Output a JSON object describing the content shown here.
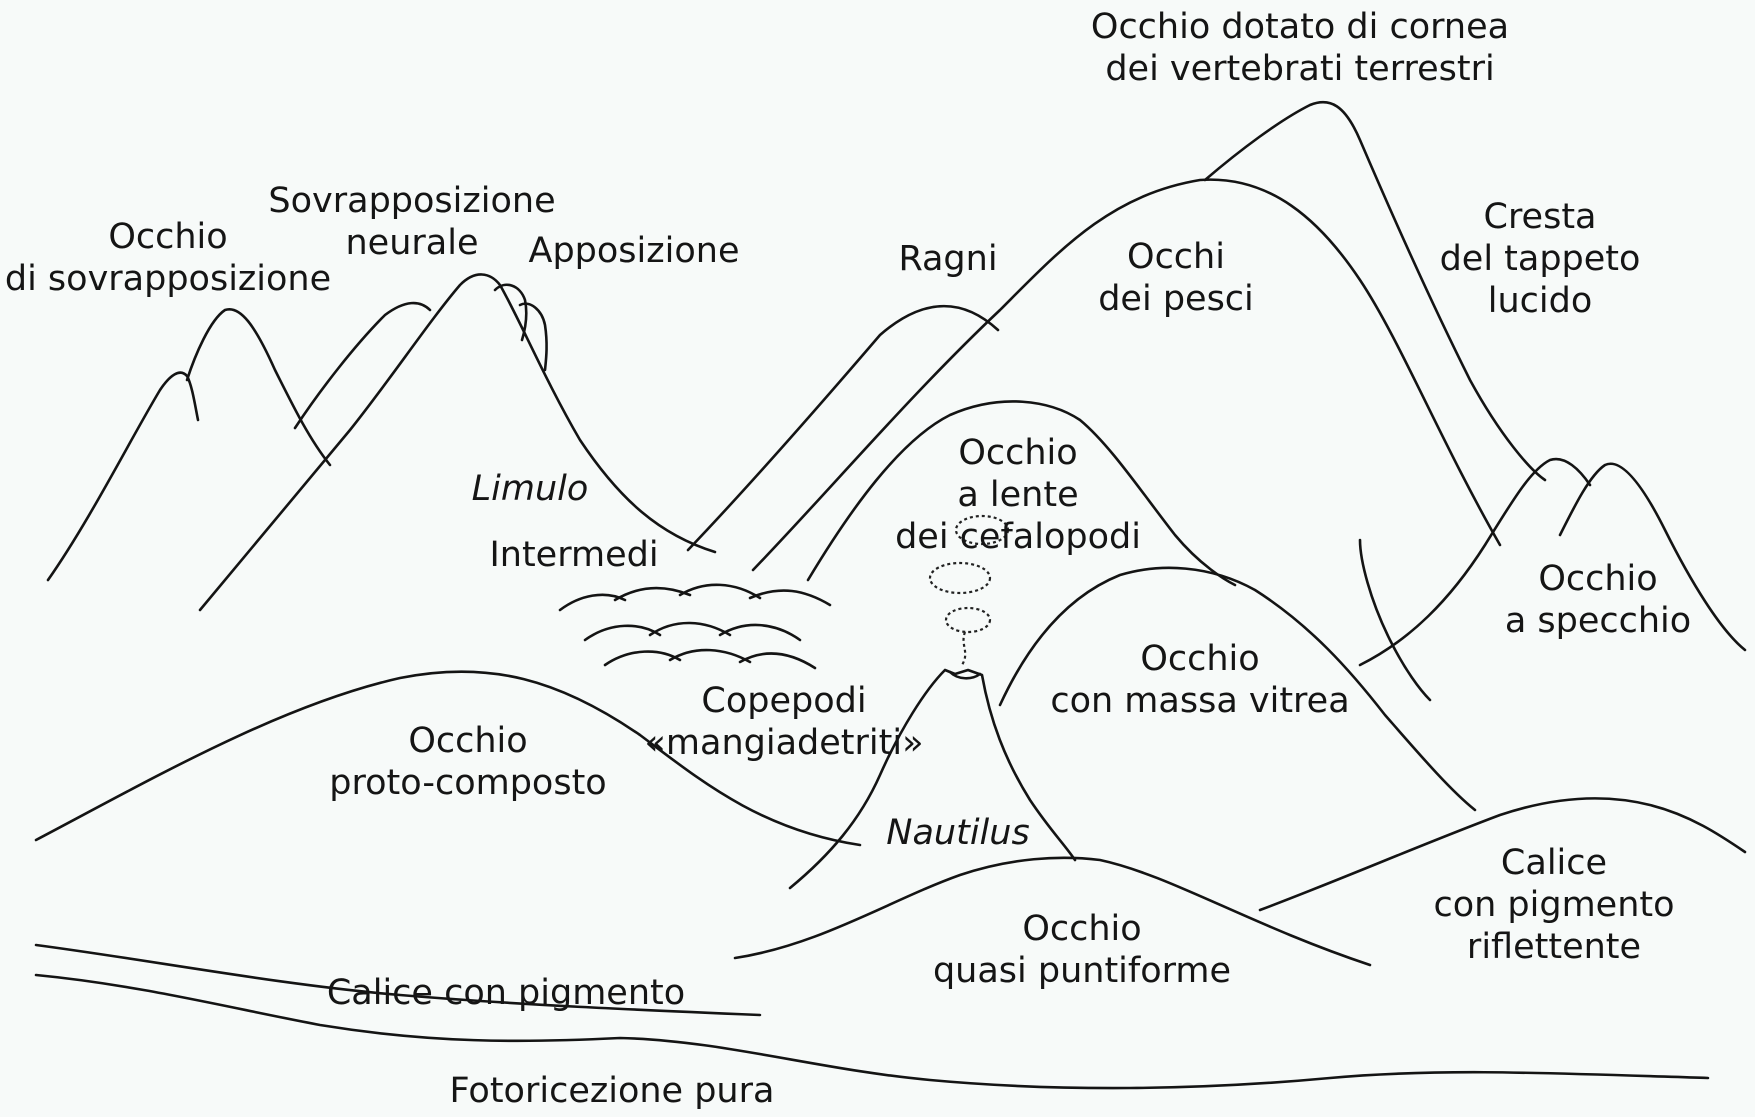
{
  "diagram": {
    "labels": {
      "superposition": [
        "Occhio",
        "di sovrapposizione"
      ],
      "neural_superposition": [
        "Sovrapposizione",
        "neurale"
      ],
      "apposition": "Apposizione",
      "limulus": "Limulo",
      "spiders": "Ragni",
      "vertebrate_cornea": [
        "Occhio dotato di cornea",
        "dei vertebrati terrestri"
      ],
      "fish_eyes": [
        "Occhi",
        "dei pesci"
      ],
      "tapetum_ridge": [
        "Cresta",
        "del tappeto",
        "lucido"
      ],
      "cephalopod_lens": [
        "Occhio",
        "a lente",
        "dei cefalopodi"
      ],
      "intermediates": "Intermedi",
      "mirror_eye": [
        "Occhio",
        "a specchio"
      ],
      "copepods": [
        "Copepodi",
        "«mangiadetriti»"
      ],
      "vitreous_mass": [
        "Occhio",
        "con massa vitrea"
      ],
      "proto_compound": [
        "Occhio",
        "proto-composto"
      ],
      "nautilus": "Nautilus",
      "reflective_cup": [
        "Calice",
        "con pigmento",
        "riflettente"
      ],
      "pinhole_like": [
        "Occhio",
        "quasi puntiforme"
      ],
      "pigment_cup": "Calice con pigmento",
      "pure_photoreception": "Fotoricezione pura"
    }
  }
}
